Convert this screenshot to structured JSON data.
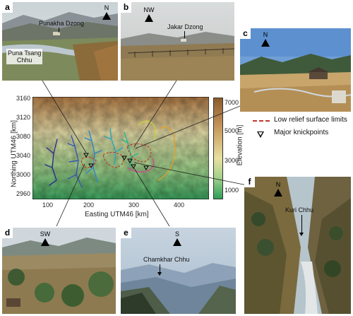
{
  "panels": {
    "a": {
      "label": "a",
      "north": "N",
      "annotations": [
        "Punakha Dzong",
        "Puna Tsang",
        "Chhu"
      ]
    },
    "b": {
      "label": "b",
      "north": "NW",
      "annotations": [
        "Jakar Dzong"
      ]
    },
    "c": {
      "label": "c",
      "north": "N"
    },
    "d": {
      "label": "d",
      "north": "SW"
    },
    "e": {
      "label": "e",
      "north": "S",
      "annotations": [
        "Chamkhar Chhu"
      ]
    },
    "f": {
      "label": "f",
      "north": "N",
      "annotations": [
        "Kuri Chhu"
      ]
    }
  },
  "map": {
    "y_label": "Northing UTM46 [km]",
    "x_label": "Easting UTM46 [km]",
    "y_ticks": [
      "3160",
      "3120",
      "3080",
      "3040",
      "3000",
      "2960"
    ],
    "x_ticks": [
      "100",
      "200",
      "300",
      "400"
    ],
    "colorbar_label": "Elevation [m]",
    "colorbar_ticks": [
      "7000",
      "5000",
      "3000",
      "1000"
    ]
  },
  "legend": {
    "items": [
      "Low relief surface limits",
      "Major knickpoints"
    ]
  },
  "colors": {
    "low_relief_line": "#c0392b",
    "colorbar_top": "#8b5a2b",
    "colorbar_mid": "#e8e0a0",
    "colorbar_bottom": "#2e9d5a"
  }
}
